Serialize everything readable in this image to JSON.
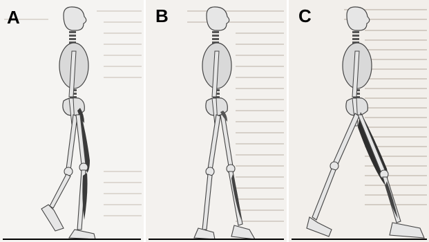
{
  "panels": [
    {
      "label": "A"
    },
    {
      "label": "B"
    },
    {
      "label": "C"
    }
  ],
  "colors": {
    "bone": "#e6e6e6",
    "bone_stroke": "#444444",
    "muscle": "#3a3a3a",
    "ground": "#000000",
    "page_bg": "#f3f1ee",
    "page_text": "#c8c4bf"
  }
}
